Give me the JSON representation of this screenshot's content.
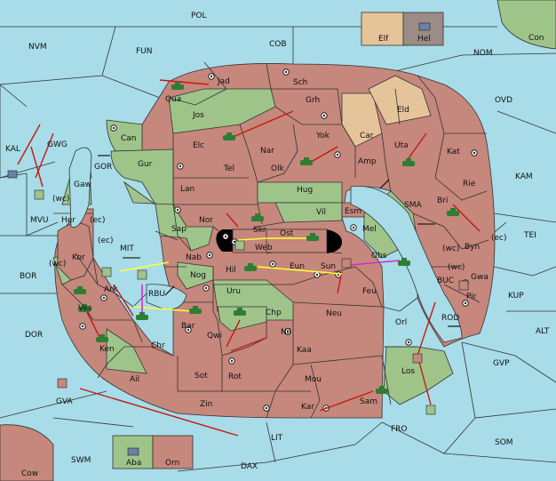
{
  "map": {
    "colors": {
      "sea": "#a8dce8",
      "red_power": "#c6877c",
      "green_power": "#9fc48a",
      "tan_power": "#e6c49a",
      "order_red": "#c41a12",
      "order_yellow": "#ffff33",
      "order_magenta": "#d42ad0"
    },
    "legend": {
      "box1": "Elf",
      "box2": "Hel",
      "box3": "Aba",
      "box4": "Orn"
    },
    "sea_labels": {
      "pol": "POL",
      "nvm": "NVM",
      "fun": "FUN",
      "cob": "COB",
      "nom": "NOM",
      "con": "Con",
      "ovd": "OVD",
      "kam": "KAM",
      "tei": "TEI",
      "kup": "KUP",
      "alt": "ALT",
      "gvp": "GVP",
      "som": "SOM",
      "fro": "FRO",
      "dax": "DAX",
      "lit": "LIT",
      "swm": "SWM",
      "cow": "Cow",
      "gva": "GVA",
      "dor": "DOR",
      "bor": "BOR",
      "mvu": "MVU",
      "kal": "KAL",
      "gwg": "GWG",
      "gor": "GOR",
      "mit": "MIT",
      "rbu": "RBU",
      "sma": "SMA",
      "buc": "BUC",
      "rod": "ROD"
    },
    "land_labels": {
      "jad": "Jad",
      "sch": "Sch",
      "qua": "Qua",
      "jos": "Jos",
      "grh": "Grh",
      "can": "Can",
      "elc": "Elc",
      "nar": "Nar",
      "yok": "Yok",
      "car": "Car",
      "eld": "Eld",
      "uta": "Uta",
      "kat": "Kat",
      "tel": "Tel",
      "olk": "Olk",
      "amp": "Amp",
      "gur": "Gur",
      "lan": "Lan",
      "hug": "Hug",
      "rie": "Rie",
      "gaw": "Gaw",
      "her": "Her",
      "ec1": "(ec)",
      "wc1": "(wc)",
      "nor": "Nor",
      "skr": "Skr",
      "vil": "Vil",
      "esm": "Esm",
      "bri": "Bri",
      "sap": "Sap",
      "ost": "Ost",
      "mel": "Mel",
      "byn": "Byn",
      "ec2": "(ec)",
      "wc2": "(wc)",
      "kor": "Kor",
      "ec3": "(ec)",
      "web": "Web",
      "obs": "Obs",
      "nab": "Nab",
      "hil": "Hil",
      "eun": "Eun",
      "sun": "Sun",
      "wc3": "(wc)",
      "gwa": "Gwa",
      "ark": "Ark",
      "nog": "Nog",
      "feu": "Feu",
      "pir": "Pir",
      "uru": "Uru",
      "ves": "Ves",
      "chp": "Chp",
      "neu": "Neu",
      "orl": "Orl",
      "bar": "Bar",
      "qwi": "Qwi",
      "nil": "Nil",
      "ken": "Ken",
      "chr": "Chr",
      "kaa": "Kaa",
      "los": "Los",
      "ail": "Ail",
      "sot": "Sot",
      "rot": "Rot",
      "mou": "Mou",
      "zin": "Zin",
      "kar": "Kar",
      "sam": "Sam"
    }
  }
}
